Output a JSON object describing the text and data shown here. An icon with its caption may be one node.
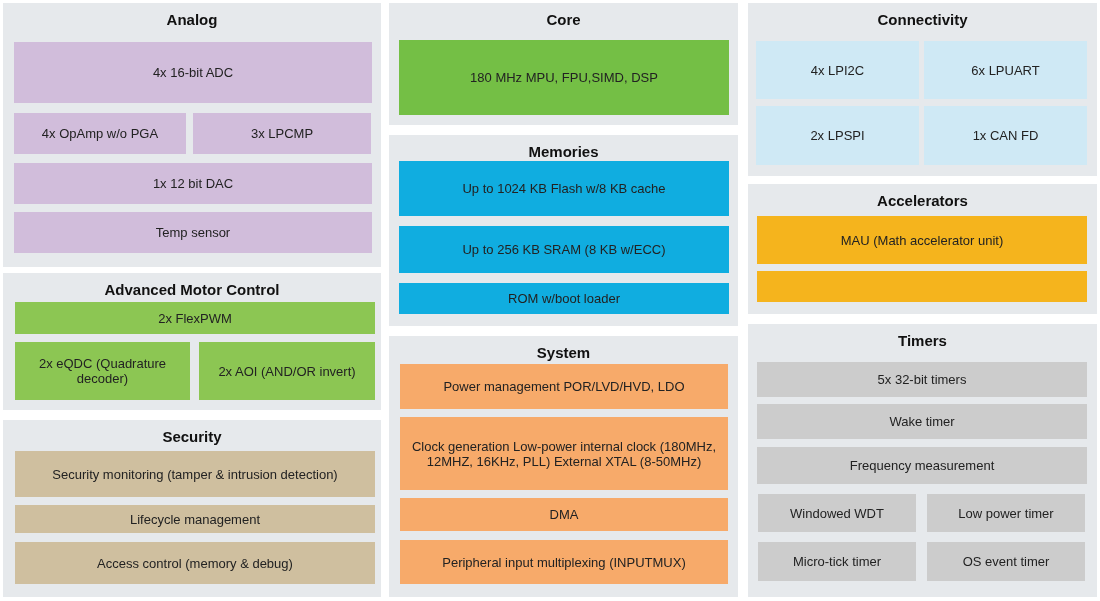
{
  "diagram": {
    "nodes": [
      {
        "text": [
          "Analog"
        ]
      },
      {
        "text": [
          "4x 16-bit ADC"
        ],
        "in": 0
      },
      {
        "text": [
          "4x OpAmp w/o PGA"
        ],
        "in": 0
      },
      {
        "text": [
          "3x LPCMP"
        ],
        "in": 0
      },
      {
        "text": [
          "1x 12 bit DAC"
        ],
        "in": 0
      },
      {
        "text": [
          "Temp sensor"
        ],
        "in": 0
      },
      {
        "text": [
          "Advanced Motor Control"
        ]
      },
      {
        "text": [
          "2x FlexPWM"
        ],
        "in": 6
      },
      {
        "text": [
          "2x eQDC (Quadrature decoder)"
        ],
        "in": 6
      },
      {
        "text": [
          "2x AOI (AND/OR invert)"
        ],
        "in": 6
      },
      {
        "text": [
          "Security"
        ]
      },
      {
        "text": [
          "Security monitoring (tamper & intrusion detection)"
        ],
        "in": 10
      },
      {
        "text": [
          "Lifecycle management"
        ],
        "in": 10
      },
      {
        "text": [
          "Access control (memory & debug)"
        ],
        "in": 10
      },
      {
        "text": [
          "Core"
        ]
      },
      {
        "text": [
          "180 MHz MPU, FPU,SIMD, DSP"
        ],
        "in": 14
      },
      {
        "text": [
          "Memories"
        ]
      },
      {
        "text": [
          "Up to 1024 KB Flash w/8 KB cache"
        ],
        "in": 16
      },
      {
        "text": [
          "Up to 256 KB SRAM (8 KB w/ECC)"
        ],
        "in": 16
      },
      {
        "text": [
          "ROM w/boot loader"
        ],
        "in": 16
      },
      {
        "text": [
          "System"
        ]
      },
      {
        "text": [
          "Power management POR/LVD/HVD, LDO"
        ],
        "in": 20
      },
      {
        "text": [
          "Clock generation Low-power internal clock (180MHz, 12MHZ, 16KHz, PLL) External XTAL (8-50MHz)"
        ],
        "in": 20
      },
      {
        "text": [
          "DMA"
        ],
        "in": 20
      },
      {
        "text": [
          "Peripheral input multiplexing (INPUTMUX)"
        ],
        "in": 20
      },
      {
        "text": [
          "Connectivity"
        ]
      },
      {
        "text": [
          "4x LPI2C"
        ],
        "in": 25
      },
      {
        "text": [
          "6x LPUART"
        ],
        "in": 25
      },
      {
        "text": [
          "2x LPSPI"
        ],
        "in": 25
      },
      {
        "text": [
          "1x CAN FD"
        ],
        "in": 25
      },
      {
        "text": [
          "Accelerators"
        ]
      },
      {
        "text": [
          "MAU (Math accelerator unit)"
        ],
        "in": 30
      },
      {
        "text": [],
        "shape": "box",
        "in": 30
      },
      {
        "text": [
          "Timers"
        ]
      },
      {
        "text": [
          "5x 32-bit timers"
        ],
        "in": 33
      },
      {
        "text": [
          "Wake timer"
        ],
        "in": 33
      },
      {
        "text": [
          "Frequency measurement"
        ],
        "in": 33
      },
      {
        "text": [
          "Windowed WDT"
        ],
        "in": 33
      },
      {
        "text": [
          "Low power timer"
        ],
        "in": 33
      },
      {
        "text": [
          "Micro-tick timer"
        ],
        "in": 33
      },
      {
        "text": [
          "OS event timer"
        ],
        "in": 33
      }
    ]
  }
}
